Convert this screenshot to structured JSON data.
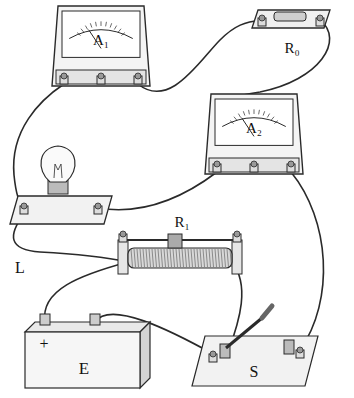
{
  "diagram": {
    "labels": [
      "A₁",
      "R₀",
      "A₂",
      "L",
      "R₁",
      "+",
      "E",
      "S"
    ]
  }
}
